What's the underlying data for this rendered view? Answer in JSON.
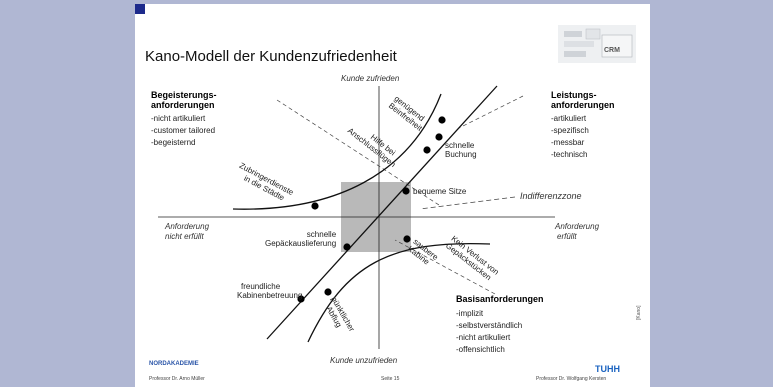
{
  "slide": {
    "title": "Kano-Modell der Kundenzufriedenheit",
    "logo_text": "CRM",
    "page": "Seite 15",
    "side_code": "[Kano]"
  },
  "axes": {
    "top": "Kunde zufrieden",
    "bottom": "Kunde unzufrieden",
    "left_line1": "Anforderung",
    "left_line2": "nicht erfüllt",
    "right_line1": "Anforderung",
    "right_line2": "erfüllt"
  },
  "categories": {
    "begeisterung": {
      "title_line1": "Begeisterungs-",
      "title_line2": "anforderungen",
      "items": [
        "-nicht artikuliert",
        "-customer tailored",
        "-begeisternd"
      ]
    },
    "leistung": {
      "title_line1": "Leistungs-",
      "title_line2": "anforderungen",
      "items": [
        "-artikuliert",
        "-spezifisch",
        "-messbar",
        "-technisch"
      ]
    },
    "basis": {
      "title": "Basisanforderungen",
      "items": [
        "-implizit",
        "-selbstverständlich",
        "-nicht artikuliert",
        "-offensichtlich"
      ]
    },
    "indifferenz": "Indifferenzzone"
  },
  "labels": {
    "beinfreiheit_1": "genügend",
    "beinfreiheit_2": "Beinfreiheit",
    "hilfe_1": "Hilfe bei",
    "hilfe_2": "Anschlussflügen",
    "buchung_1": "schnelle",
    "buchung_2": "Buchung",
    "zubringer_1": "Zubringerdienste",
    "zubringer_2": "in die Städte",
    "sitze": "bequeme Sitze",
    "gepaeck_1": "schnelle",
    "gepaeck_2": "Gepäckauslieferung",
    "kabine_1": "saubere",
    "kabine_2": "Kabine",
    "verlust_1": "Kein Verlust von",
    "verlust_2": "Gepäckstücken",
    "betreuung_1": "freundliche",
    "betreuung_2": "Kabinenbetreuung",
    "abflug_1": "pünktlicher",
    "abflug_2": "Abflug"
  },
  "footer": {
    "left_logo": "NORDAKADEMIE",
    "left_prof": "Professor Dr. Arno Müller",
    "right_logo": "TUHH",
    "right_prof": "Professor Dr. Wolfgang Kersten"
  }
}
